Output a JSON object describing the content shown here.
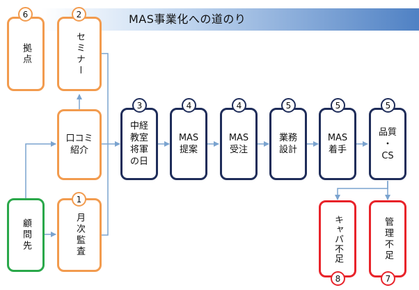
{
  "title": "MAS事業化への道のり",
  "nodes": {
    "kyoten": {
      "label": "拠点",
      "badge": "6"
    },
    "seminar": {
      "label": "セミナー",
      "badge": "2"
    },
    "kuchikomi": {
      "label": "口コミ\n紹介"
    },
    "komon": {
      "label": "顧問先"
    },
    "getsuji": {
      "label": "月次監査",
      "badge": "1"
    },
    "nakakei": {
      "label": "中経\n教室\n将軍\nの日",
      "badge": "3"
    },
    "teian": {
      "label": "MAS\n提案",
      "badge": "4"
    },
    "juchu": {
      "label": "MAS\n受注",
      "badge": "4"
    },
    "sekkei": {
      "label": "業務\n設計",
      "badge": "5"
    },
    "chakushu": {
      "label": "MAS\n着手",
      "badge": "5"
    },
    "hinshitsu": {
      "label": "品質\n・\nCS",
      "badge": "5"
    },
    "capa": {
      "label": "キャパ不足",
      "badge": "8"
    },
    "kanri": {
      "label": "管理不足",
      "badge": "7"
    }
  },
  "colors": {
    "orange": "#f29b4e",
    "green": "#2aa84a",
    "navy": "#1f2d5a",
    "red": "#e8232a",
    "arrow": "#7aa3cf"
  }
}
